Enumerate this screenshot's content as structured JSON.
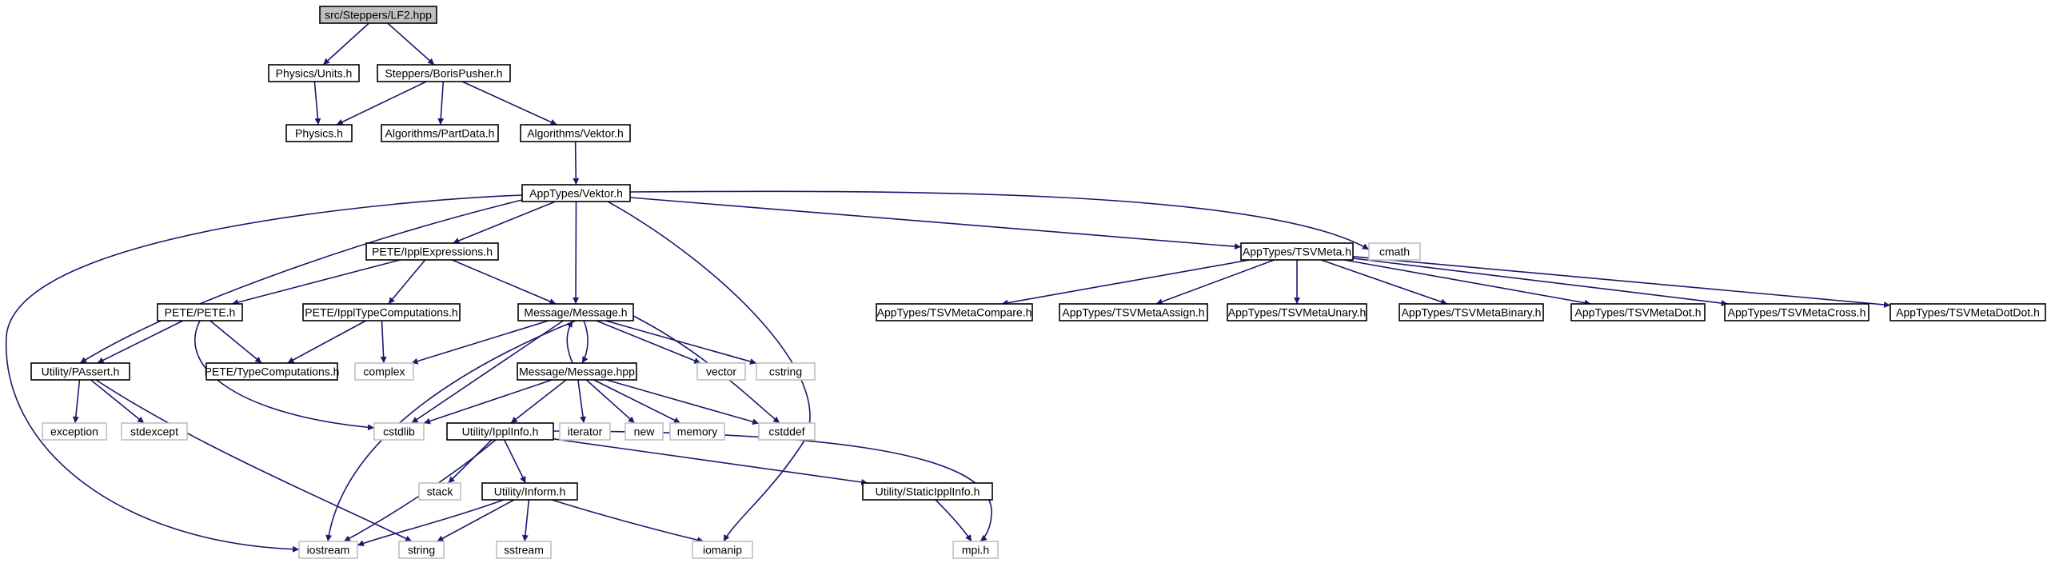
{
  "colors": {
    "edge": "#191970",
    "root_fill": "#bfbfbf",
    "node_border": "#000000",
    "external_border": "#bfbfbf",
    "node_fill": "#ffffff",
    "text": "#000000"
  },
  "nodes": [
    {
      "id": "lf2",
      "label": "src/Steppers/LF2.hpp",
      "kind": "root"
    },
    {
      "id": "units",
      "label": "Physics/Units.h",
      "kind": "file"
    },
    {
      "id": "boris",
      "label": "Steppers/BorisPusher.h",
      "kind": "file"
    },
    {
      "id": "physics",
      "label": "Physics.h",
      "kind": "file"
    },
    {
      "id": "partdata",
      "label": "Algorithms/PartData.h",
      "kind": "file"
    },
    {
      "id": "algvektor",
      "label": "Algorithms/Vektor.h",
      "kind": "file"
    },
    {
      "id": "appvektor",
      "label": "AppTypes/Vektor.h",
      "kind": "file"
    },
    {
      "id": "ipplexpr",
      "label": "PETE/IpplExpressions.h",
      "kind": "file"
    },
    {
      "id": "tsvmeta",
      "label": "AppTypes/TSVMeta.h",
      "kind": "file"
    },
    {
      "id": "cmath",
      "label": "cmath",
      "kind": "external"
    },
    {
      "id": "pete",
      "label": "PETE/PETE.h",
      "kind": "file"
    },
    {
      "id": "ippltype",
      "label": "PETE/IpplTypeComputations.h",
      "kind": "file"
    },
    {
      "id": "message",
      "label": "Message/Message.h",
      "kind": "file"
    },
    {
      "id": "tsvcompare",
      "label": "AppTypes/TSVMetaCompare.h",
      "kind": "file"
    },
    {
      "id": "tsvassign",
      "label": "AppTypes/TSVMetaAssign.h",
      "kind": "file"
    },
    {
      "id": "tsvunary",
      "label": "AppTypes/TSVMetaUnary.h",
      "kind": "file"
    },
    {
      "id": "tsvbinary",
      "label": "AppTypes/TSVMetaBinary.h",
      "kind": "file"
    },
    {
      "id": "tsvdot",
      "label": "AppTypes/TSVMetaDot.h",
      "kind": "file"
    },
    {
      "id": "tsvcross",
      "label": "AppTypes/TSVMetaCross.h",
      "kind": "file"
    },
    {
      "id": "tsvdotdot",
      "label": "AppTypes/TSVMetaDotDot.h",
      "kind": "file"
    },
    {
      "id": "passert",
      "label": "Utility/PAssert.h",
      "kind": "file"
    },
    {
      "id": "typecomp",
      "label": "PETE/TypeComputations.h",
      "kind": "file"
    },
    {
      "id": "complex",
      "label": "complex",
      "kind": "external"
    },
    {
      "id": "messagehpp",
      "label": "Message/Message.hpp",
      "kind": "file"
    },
    {
      "id": "vector",
      "label": "vector",
      "kind": "external"
    },
    {
      "id": "cstring",
      "label": "cstring",
      "kind": "external"
    },
    {
      "id": "exception",
      "label": "exception",
      "kind": "external"
    },
    {
      "id": "stdexcept",
      "label": "stdexcept",
      "kind": "external"
    },
    {
      "id": "cstdlib",
      "label": "cstdlib",
      "kind": "external"
    },
    {
      "id": "ipplinfo",
      "label": "Utility/IpplInfo.h",
      "kind": "file"
    },
    {
      "id": "iterator",
      "label": "iterator",
      "kind": "external"
    },
    {
      "id": "new",
      "label": "new",
      "kind": "external"
    },
    {
      "id": "memory",
      "label": "memory",
      "kind": "external"
    },
    {
      "id": "cstddef",
      "label": "cstddef",
      "kind": "external"
    },
    {
      "id": "stack",
      "label": "stack",
      "kind": "external"
    },
    {
      "id": "inform",
      "label": "Utility/Inform.h",
      "kind": "file"
    },
    {
      "id": "staticippl",
      "label": "Utility/StaticIpplInfo.h",
      "kind": "file"
    },
    {
      "id": "iostream",
      "label": "iostream",
      "kind": "external"
    },
    {
      "id": "string",
      "label": "string",
      "kind": "external"
    },
    {
      "id": "sstream",
      "label": "sstream",
      "kind": "external"
    },
    {
      "id": "iomanip",
      "label": "iomanip",
      "kind": "external"
    },
    {
      "id": "mpi",
      "label": "mpi.h",
      "kind": "external"
    }
  ],
  "edges": [
    {
      "from": "lf2",
      "to": "units"
    },
    {
      "from": "lf2",
      "to": "boris"
    },
    {
      "from": "units",
      "to": "physics"
    },
    {
      "from": "boris",
      "to": "physics"
    },
    {
      "from": "boris",
      "to": "partdata"
    },
    {
      "from": "boris",
      "to": "algvektor"
    },
    {
      "from": "algvektor",
      "to": "appvektor"
    },
    {
      "from": "appvektor",
      "to": "ipplexpr"
    },
    {
      "from": "appvektor",
      "to": "message"
    },
    {
      "from": "appvektor",
      "to": "tsvmeta"
    },
    {
      "from": "appvektor",
      "to": "cmath"
    },
    {
      "from": "appvektor",
      "to": "passert"
    },
    {
      "from": "appvektor",
      "to": "iostream"
    },
    {
      "from": "appvektor",
      "to": "iomanip"
    },
    {
      "from": "ipplexpr",
      "to": "pete"
    },
    {
      "from": "ipplexpr",
      "to": "ippltype"
    },
    {
      "from": "ipplexpr",
      "to": "message"
    },
    {
      "from": "tsvmeta",
      "to": "tsvcompare"
    },
    {
      "from": "tsvmeta",
      "to": "tsvassign"
    },
    {
      "from": "tsvmeta",
      "to": "tsvunary"
    },
    {
      "from": "tsvmeta",
      "to": "tsvbinary"
    },
    {
      "from": "tsvmeta",
      "to": "tsvdot"
    },
    {
      "from": "tsvmeta",
      "to": "tsvcross"
    },
    {
      "from": "tsvmeta",
      "to": "tsvdotdot"
    },
    {
      "from": "pete",
      "to": "passert"
    },
    {
      "from": "pete",
      "to": "typecomp"
    },
    {
      "from": "pete",
      "to": "cstdlib"
    },
    {
      "from": "ippltype",
      "to": "typecomp"
    },
    {
      "from": "ippltype",
      "to": "complex"
    },
    {
      "from": "message",
      "to": "complex"
    },
    {
      "from": "message",
      "to": "messagehpp"
    },
    {
      "from": "message",
      "to": "vector"
    },
    {
      "from": "message",
      "to": "cstring"
    },
    {
      "from": "message",
      "to": "cstdlib"
    },
    {
      "from": "message",
      "to": "cstddef"
    },
    {
      "from": "message",
      "to": "iostream"
    },
    {
      "from": "messagehpp",
      "to": "message"
    },
    {
      "from": "messagehpp",
      "to": "cstdlib"
    },
    {
      "from": "messagehpp",
      "to": "ipplinfo"
    },
    {
      "from": "messagehpp",
      "to": "iterator"
    },
    {
      "from": "messagehpp",
      "to": "new"
    },
    {
      "from": "messagehpp",
      "to": "memory"
    },
    {
      "from": "messagehpp",
      "to": "cstddef"
    },
    {
      "from": "passert",
      "to": "exception"
    },
    {
      "from": "passert",
      "to": "stdexcept"
    },
    {
      "from": "passert",
      "to": "string"
    },
    {
      "from": "ipplinfo",
      "to": "stack"
    },
    {
      "from": "ipplinfo",
      "to": "inform"
    },
    {
      "from": "ipplinfo",
      "to": "staticippl"
    },
    {
      "from": "ipplinfo",
      "to": "iostream"
    },
    {
      "from": "ipplinfo",
      "to": "mpi"
    },
    {
      "from": "inform",
      "to": "iostream"
    },
    {
      "from": "inform",
      "to": "string"
    },
    {
      "from": "inform",
      "to": "sstream"
    },
    {
      "from": "inform",
      "to": "iomanip"
    },
    {
      "from": "staticippl",
      "to": "mpi"
    }
  ]
}
